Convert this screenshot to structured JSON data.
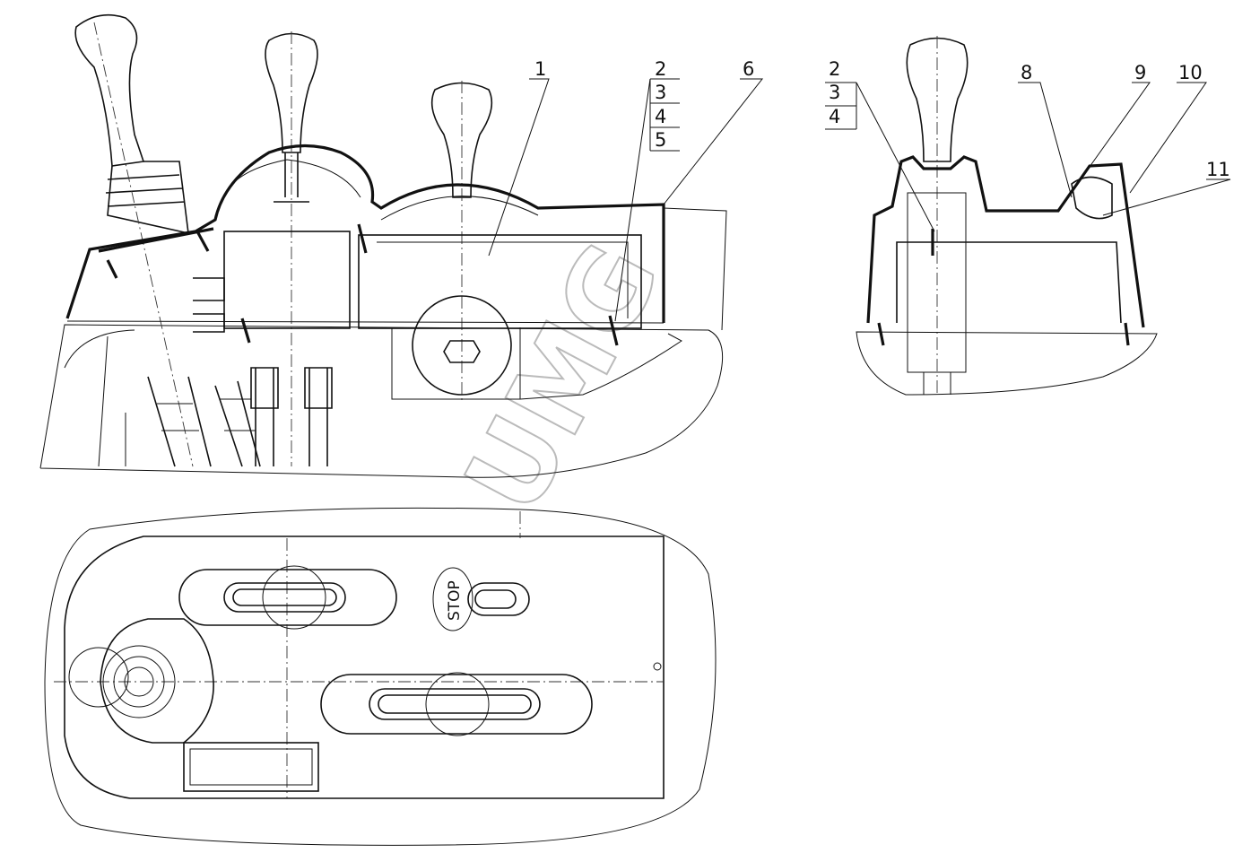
{
  "drawing": {
    "watermark": "UMG",
    "side_view": {
      "callouts": {
        "c1": "1",
        "c2": "2",
        "c3": "3",
        "c4": "4",
        "c5": "5",
        "c6": "6"
      }
    },
    "end_view": {
      "callouts": {
        "c2": "2",
        "c3": "3",
        "c4": "4",
        "c8": "8",
        "c9": "9",
        "c10": "10",
        "c11": "11"
      }
    },
    "plan_view": {
      "stop_label": "STOP"
    }
  }
}
